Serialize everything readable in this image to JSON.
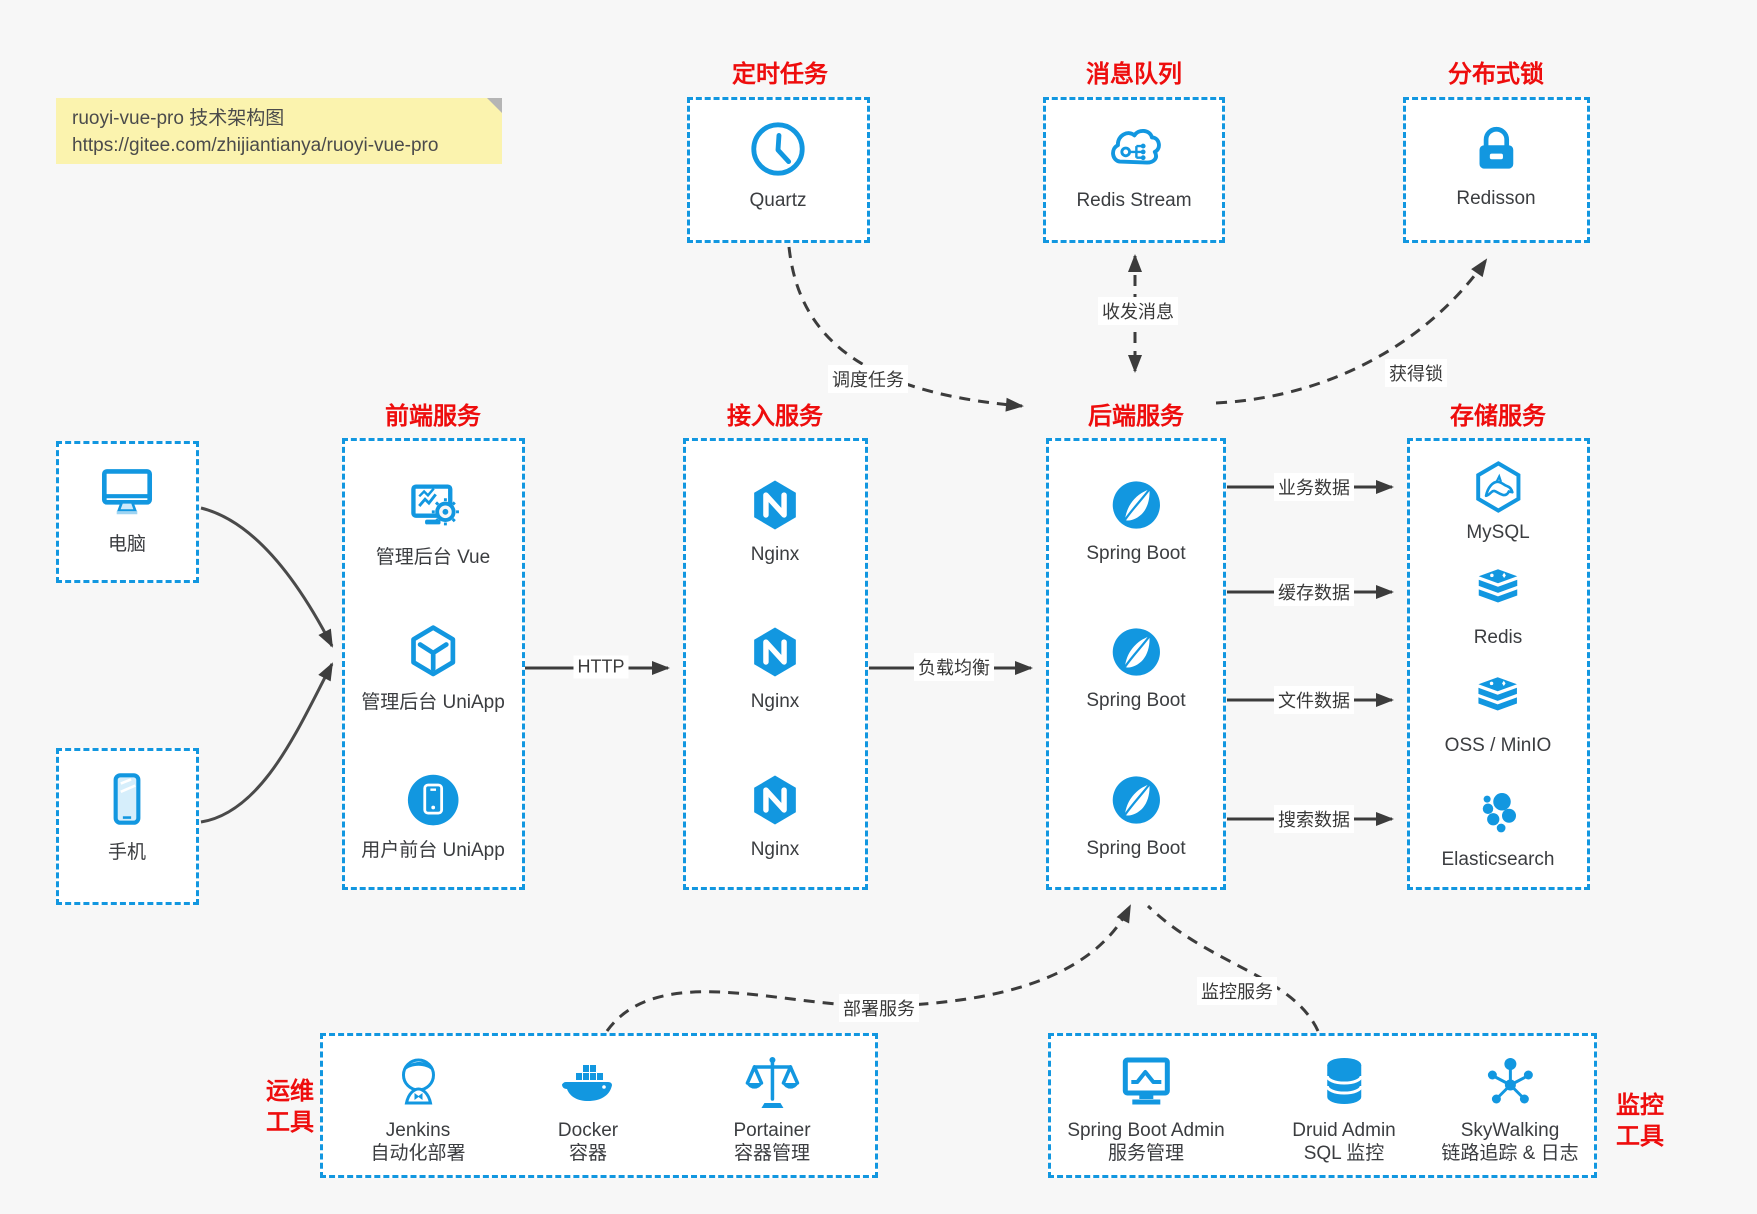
{
  "note": {
    "line1": "ruoyi-vue-pro 技术架构图",
    "line2": "https://gitee.com/zhijiantianya/ruoyi-vue-pro"
  },
  "palette": {
    "accent_blue": "#1297e0",
    "title_red": "#ee0d0d",
    "arrow_dark": "#3c3c3c",
    "note_bg": "#fbf3ae",
    "canvas_bg": "#f7f7f7"
  },
  "top_groups": {
    "scheduler": {
      "title": "定时任务",
      "item": {
        "label": "Quartz",
        "icon": "clock-icon"
      }
    },
    "mq": {
      "title": "消息队列",
      "item": {
        "label": "Redis Stream",
        "icon": "cloud-network-icon"
      }
    },
    "lock": {
      "title": "分布式锁",
      "item": {
        "label": "Redisson",
        "icon": "lock-icon"
      }
    }
  },
  "clients": {
    "pc": {
      "label": "电脑",
      "icon": "desktop-icon"
    },
    "mobile": {
      "label": "手机",
      "icon": "smartphone-icon"
    }
  },
  "service_groups": {
    "frontend": {
      "title": "前端服务",
      "items": [
        {
          "label": "管理后台 Vue",
          "icon": "admin-vue-icon"
        },
        {
          "label": "管理后台 UniApp",
          "icon": "uniapp-cube-icon"
        },
        {
          "label": "用户前台 UniApp",
          "icon": "user-app-icon"
        }
      ]
    },
    "gateway": {
      "title": "接入服务",
      "items": [
        {
          "label": "Nginx",
          "icon": "nginx-icon"
        },
        {
          "label": "Nginx",
          "icon": "nginx-icon"
        },
        {
          "label": "Nginx",
          "icon": "nginx-icon"
        }
      ]
    },
    "backend": {
      "title": "后端服务",
      "items": [
        {
          "label": "Spring Boot",
          "icon": "spring-boot-icon"
        },
        {
          "label": "Spring Boot",
          "icon": "spring-boot-icon"
        },
        {
          "label": "Spring Boot",
          "icon": "spring-boot-icon"
        }
      ]
    },
    "storage": {
      "title": "存储服务",
      "items": [
        {
          "label": "MySQL",
          "icon": "mysql-icon"
        },
        {
          "label": "Redis",
          "icon": "redis-stack-icon"
        },
        {
          "label": "OSS / MinIO",
          "icon": "oss-stack-icon"
        },
        {
          "label": "Elasticsearch",
          "icon": "elasticsearch-icon"
        }
      ]
    }
  },
  "tool_groups": {
    "ops": {
      "title": [
        "运维",
        "工具"
      ],
      "items": [
        {
          "name": "Jenkins",
          "desc": "自动化部署",
          "icon": "jenkins-icon"
        },
        {
          "name": "Docker",
          "desc": "容器",
          "icon": "docker-whale-icon"
        },
        {
          "name": "Portainer",
          "desc": "容器管理",
          "icon": "portainer-scales-icon"
        }
      ]
    },
    "monitoring": {
      "title": [
        "监控",
        "工具"
      ],
      "items": [
        {
          "name": "Spring Boot Admin",
          "desc": "服务管理",
          "icon": "monitor-chart-icon"
        },
        {
          "name": "Druid Admin",
          "desc": "SQL 监控",
          "icon": "database-icon"
        },
        {
          "name": "SkyWalking",
          "desc": "链路追踪 & 日志",
          "icon": "topology-icon"
        }
      ]
    }
  },
  "edge_labels": {
    "http": "HTTP",
    "load_balance": "负载均衡",
    "business_data": "业务数据",
    "cache_data": "缓存数据",
    "file_data": "文件数据",
    "search_data": "搜索数据",
    "schedule_task": "调度任务",
    "send_receive_message": "收发消息",
    "acquire_lock": "获得锁",
    "deploy_service": "部署服务",
    "monitor_service": "监控服务"
  }
}
